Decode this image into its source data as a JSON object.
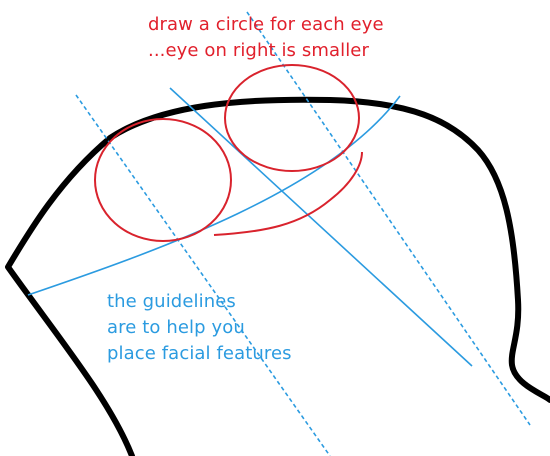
{
  "annotations": {
    "eye_instructions": [
      "draw a circle for each eye",
      "...eye on right is smaller"
    ],
    "guideline_note": [
      "the guidelines",
      "are to help you",
      "place facial features"
    ]
  },
  "colors": {
    "outline": "#000000",
    "eye_circles": "#d9232d",
    "guidelines": "#2b9be0",
    "eye_text": "#e1202c",
    "guideline_text": "#2b9be0",
    "background": "#ffffff"
  }
}
